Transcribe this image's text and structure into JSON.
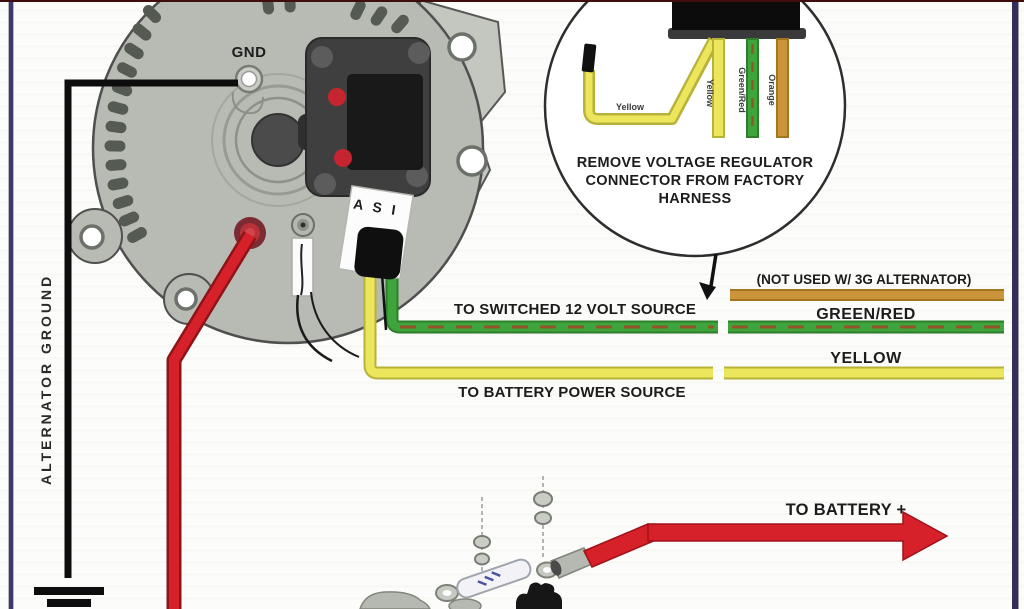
{
  "page": {
    "background": "#fcfcfb",
    "left_border_color": "#3d3870",
    "right_border_color": "#332e5a",
    "top_line_color": "#400d0d"
  },
  "alternator": {
    "gnd_label": "GND",
    "asi_label": "A S I",
    "ground_wire_label": "ALTERNATOR GROUND"
  },
  "inset": {
    "note_lines": [
      "REMOVE VOLTAGE REGULATOR",
      "CONNECTOR FROM FACTORY",
      "HARNESS"
    ],
    "pigtail_label": "Yellow",
    "vertical_wire_labels": [
      "Yellow",
      "Green/Red",
      "Orange"
    ]
  },
  "harness": {
    "not_used_note": "(NOT USED W/ 3G ALTERNATOR)",
    "green_red_label": "GREEN/RED",
    "yellow_label": "YELLOW",
    "switched_source_label": "TO SWITCHED 12 VOLT SOURCE",
    "battery_power_label": "TO BATTERY POWER SOURCE",
    "battery_plus_label": "TO BATTERY +"
  },
  "wire_colors": {
    "yellow": "#ece65c",
    "yellow_edge": "#b9b23a",
    "green": "#3ea43c",
    "green_edge": "#2e7e2c",
    "red_stripe": "#b03a22",
    "orange": "#c9943a",
    "orange_edge": "#a3751f",
    "red_cable": "#d6202a",
    "red_cable_edge": "#8e1418",
    "ground_black": "#0d0d0d"
  }
}
